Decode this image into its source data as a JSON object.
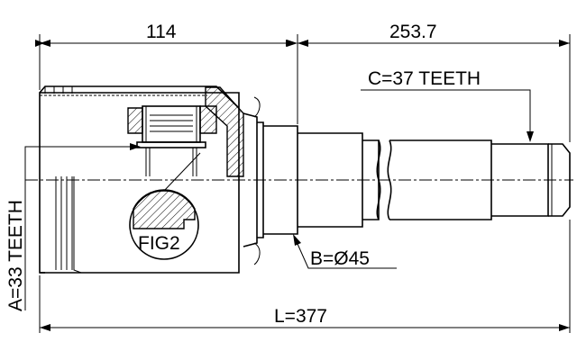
{
  "dimensions": {
    "top_left": "114",
    "top_right": "253.7",
    "bottom_total": "L=377"
  },
  "callouts": {
    "spline_outer": "C=37 TEETH",
    "diameter": "B=Ø45",
    "spline_inner": "A=33 TEETH",
    "figure": "FIG2"
  },
  "colors": {
    "line": "#000000",
    "background": "#ffffff"
  }
}
